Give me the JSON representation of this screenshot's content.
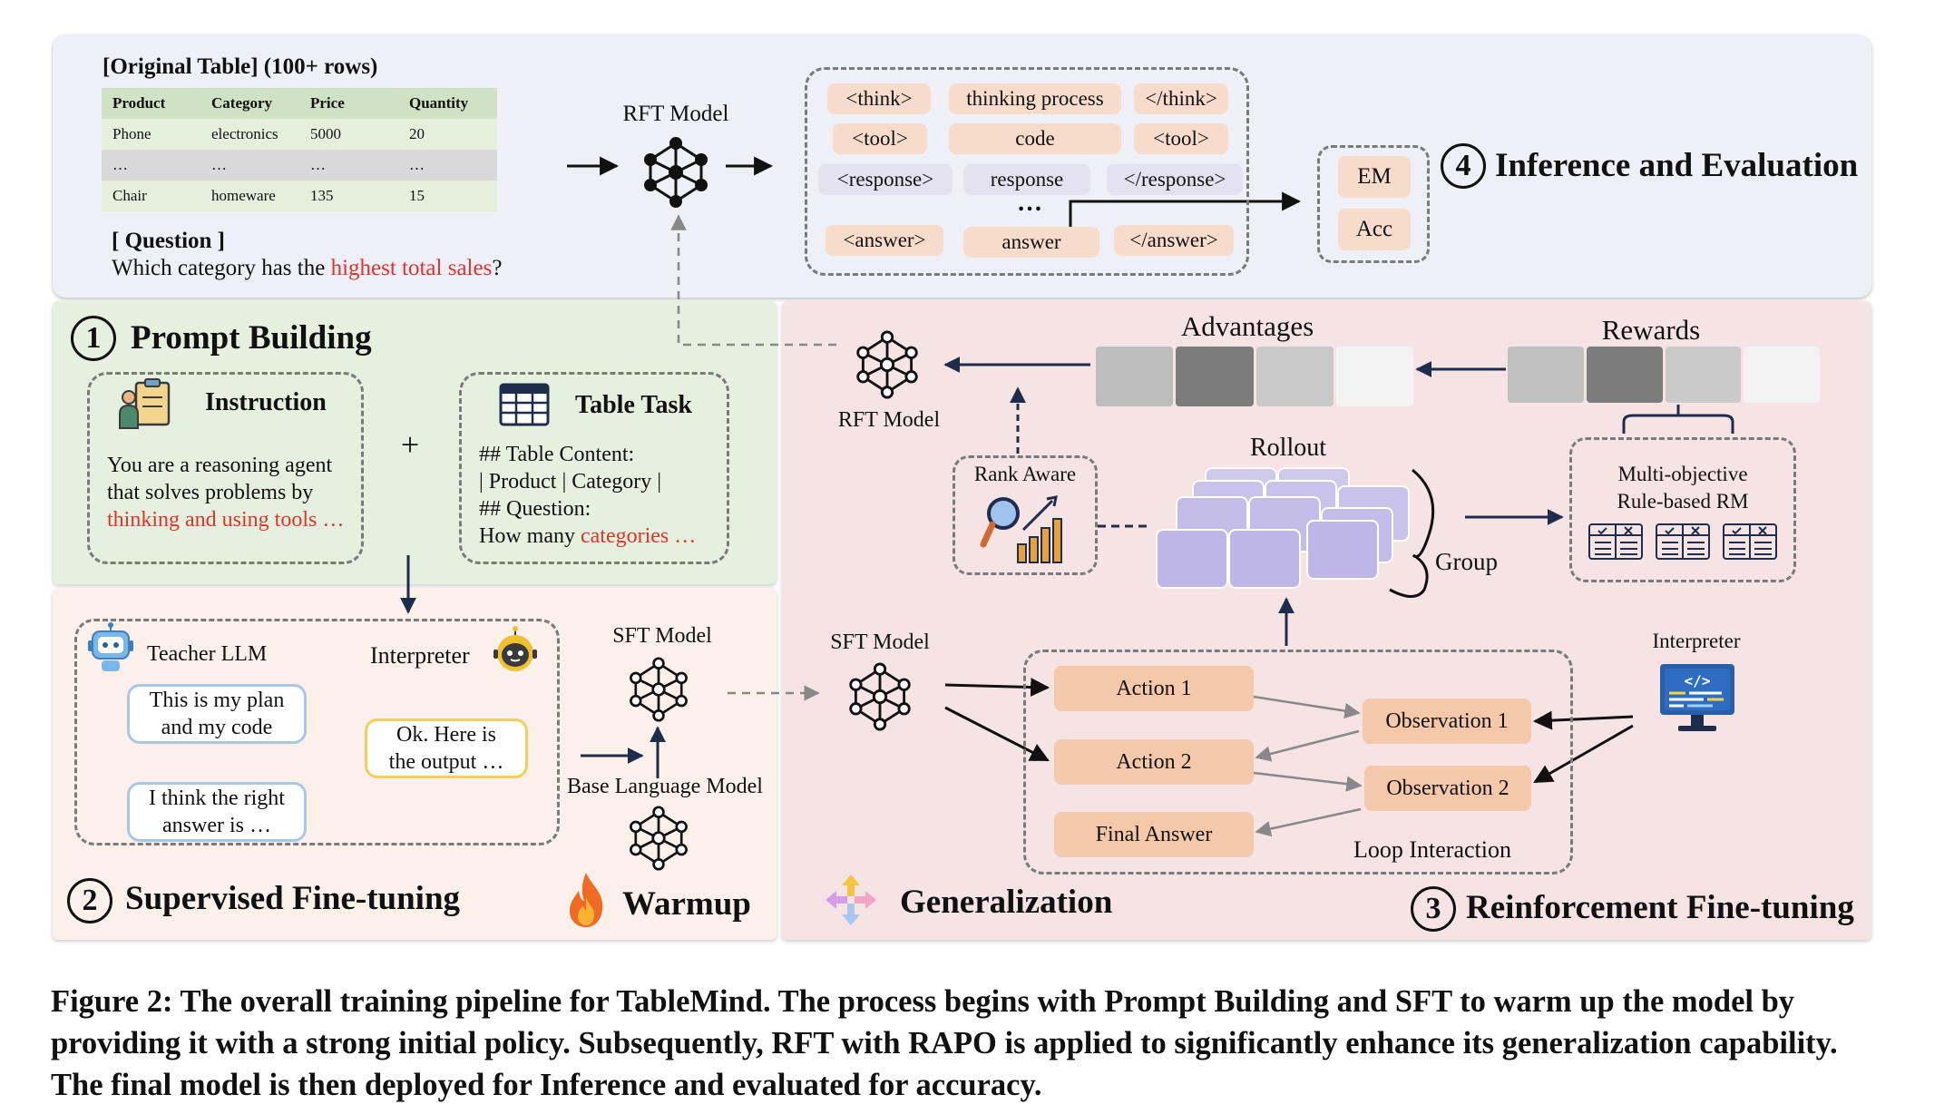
{
  "inference": {
    "original_table_title": "[Original Table] (100+ rows)",
    "table_headers": [
      "Product",
      "Category",
      "Price",
      "Quantity"
    ],
    "table_rows": [
      [
        "Phone",
        "electronics",
        "5000",
        "20"
      ],
      [
        "…",
        "…",
        "…",
        "…"
      ],
      [
        "Chair",
        "homeware",
        "135",
        "15"
      ]
    ],
    "question_label": "[ Question ]",
    "question_prefix": "Which category has the ",
    "question_highlight": "highest total sales",
    "question_suffix": "?",
    "model_label": "RFT Model",
    "tags": {
      "think_open": "<think>",
      "think_body": "thinking process",
      "think_close": "</think>",
      "tool_open": "<tool>",
      "tool_body": "code",
      "tool_close": "<tool>",
      "response_open": "<response>",
      "response_body": "response",
      "response_close": "</response>",
      "ellipsis": "…",
      "answer_open": "<answer>",
      "answer_body": "answer",
      "answer_close": "</answer>"
    },
    "metrics": [
      "EM",
      "Acc"
    ],
    "step_number": "4",
    "step_title": "Inference and Evaluation"
  },
  "prompt_building": {
    "step_number": "1",
    "step_title": "Prompt Building",
    "instruction_title": "Instruction",
    "instruction_line1": "You are a reasoning agent",
    "instruction_line2": "that solves problems by",
    "instruction_highlight": "thinking and using tools …",
    "plus": "+",
    "task_title": "Table Task",
    "task_line1": "## Table Content:",
    "task_line2": "| Product | Category |",
    "task_line3": "## Question:",
    "task_line4_prefix": "How many ",
    "task_line4_highlight": "categories …"
  },
  "sft": {
    "teacher_label": "Teacher LLM",
    "interpreter_label": "Interpreter",
    "bubble1": "This is my plan\nand my code",
    "bubble2": "Ok. Here is\nthe output …",
    "bubble3": "I think the right\nanswer is …",
    "sft_model_label": "SFT Model",
    "base_model_label": "Base Language Model",
    "step_number": "2",
    "step_title": "Supervised Fine-tuning",
    "warmup_label": "Warmup"
  },
  "rft": {
    "advantages_label": "Advantages",
    "rewards_label": "Rewards",
    "rft_model_label": "RFT Model",
    "rollout_label": "Rollout",
    "rank_aware_label": "Rank Aware",
    "group_label": "Group",
    "rm_line1": "Multi-objective",
    "rm_line2": "Rule-based RM",
    "sft_model_label": "SFT Model",
    "interpreter_label": "Interpreter",
    "action1": "Action 1",
    "action2": "Action 2",
    "final_answer": "Final Answer",
    "observation1": "Observation 1",
    "observation2": "Observation 2",
    "loop_label": "Loop Interaction",
    "generalization_label": "Generalization",
    "step_number": "3",
    "step_title": "Reinforcement Fine-tuning"
  },
  "caption": "Figure 2: The overall training pipeline for TableMind. The process begins with Prompt Building and SFT to warm up the model by providing it with a strong initial policy. Subsequently, RFT with RAPO is applied to significantly enhance its generalization capability. The final model is then deployed for Inference and evaluated for accuracy.",
  "colors": {
    "inference_bg": "#efeff8",
    "prompt_bg": "#e6f0df",
    "sft_bg": "#fbf1ea",
    "rft_bg": "#f6e4e4",
    "highlight_red": "#e0332b",
    "table_header": "#cfe3c4",
    "table_row": "#e4efdc",
    "table_gray": "#d9d9d9"
  }
}
